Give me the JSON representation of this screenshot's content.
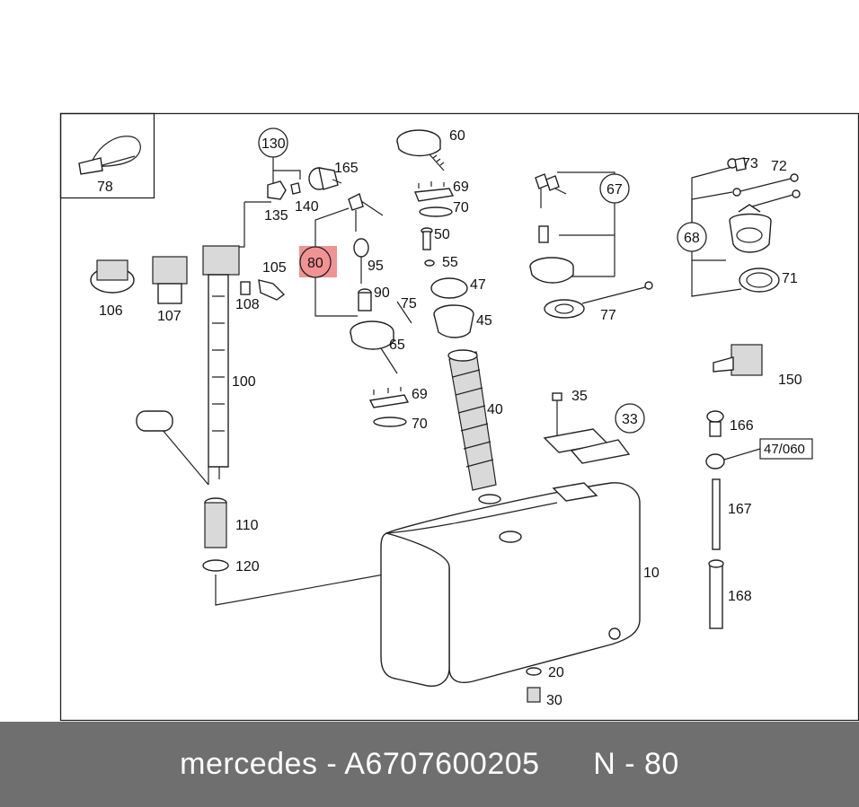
{
  "diagram": {
    "labels": {
      "l78": "78",
      "l130": "130",
      "l165": "165",
      "l135": "135",
      "l140": "140",
      "l60": "60",
      "l69a": "69",
      "l70a": "70",
      "l50": "50",
      "l55": "55",
      "l47": "47",
      "l45": "45",
      "l67": "67",
      "l73": "73",
      "l72": "72",
      "l68": "68",
      "l71": "71",
      "l77": "77",
      "l80": "80",
      "l95": "95",
      "l90": "90",
      "l75": "75",
      "l65": "65",
      "l105": "105",
      "l106": "106",
      "l107": "107",
      "l108": "108",
      "l100": "100",
      "l69b": "69",
      "l70b": "70",
      "l40": "40",
      "l35": "35",
      "l33": "33",
      "l150": "150",
      "l166": "166",
      "l47060": "47/060",
      "l167": "167",
      "l168": "168",
      "l110": "110",
      "l120": "120",
      "l10": "10",
      "l20": "20",
      "l30": "30"
    },
    "highlight_color": "#f08080"
  },
  "footer": {
    "text": "mercedes - A6707600205      N - 80",
    "background": "#6f6f6f"
  }
}
